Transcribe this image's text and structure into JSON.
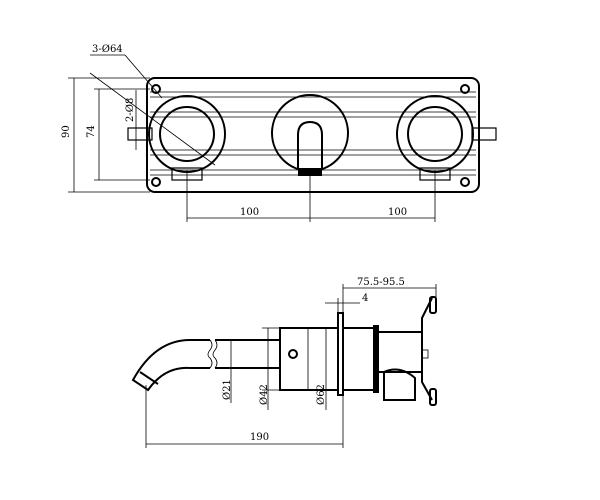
{
  "front_view": {
    "hole_label": "3-Ø64",
    "screw_label": "2-Ø8",
    "height_outer": "90",
    "height_inner": "74",
    "spacing_left": "100",
    "spacing_right": "100"
  },
  "side_view": {
    "depth_range": "75.5-95.5",
    "flange_thickness": "4",
    "spout_diameter": "Ø21",
    "body_diameter": "Ø42",
    "flange_diameter": "Ø62",
    "spout_length": "190"
  }
}
